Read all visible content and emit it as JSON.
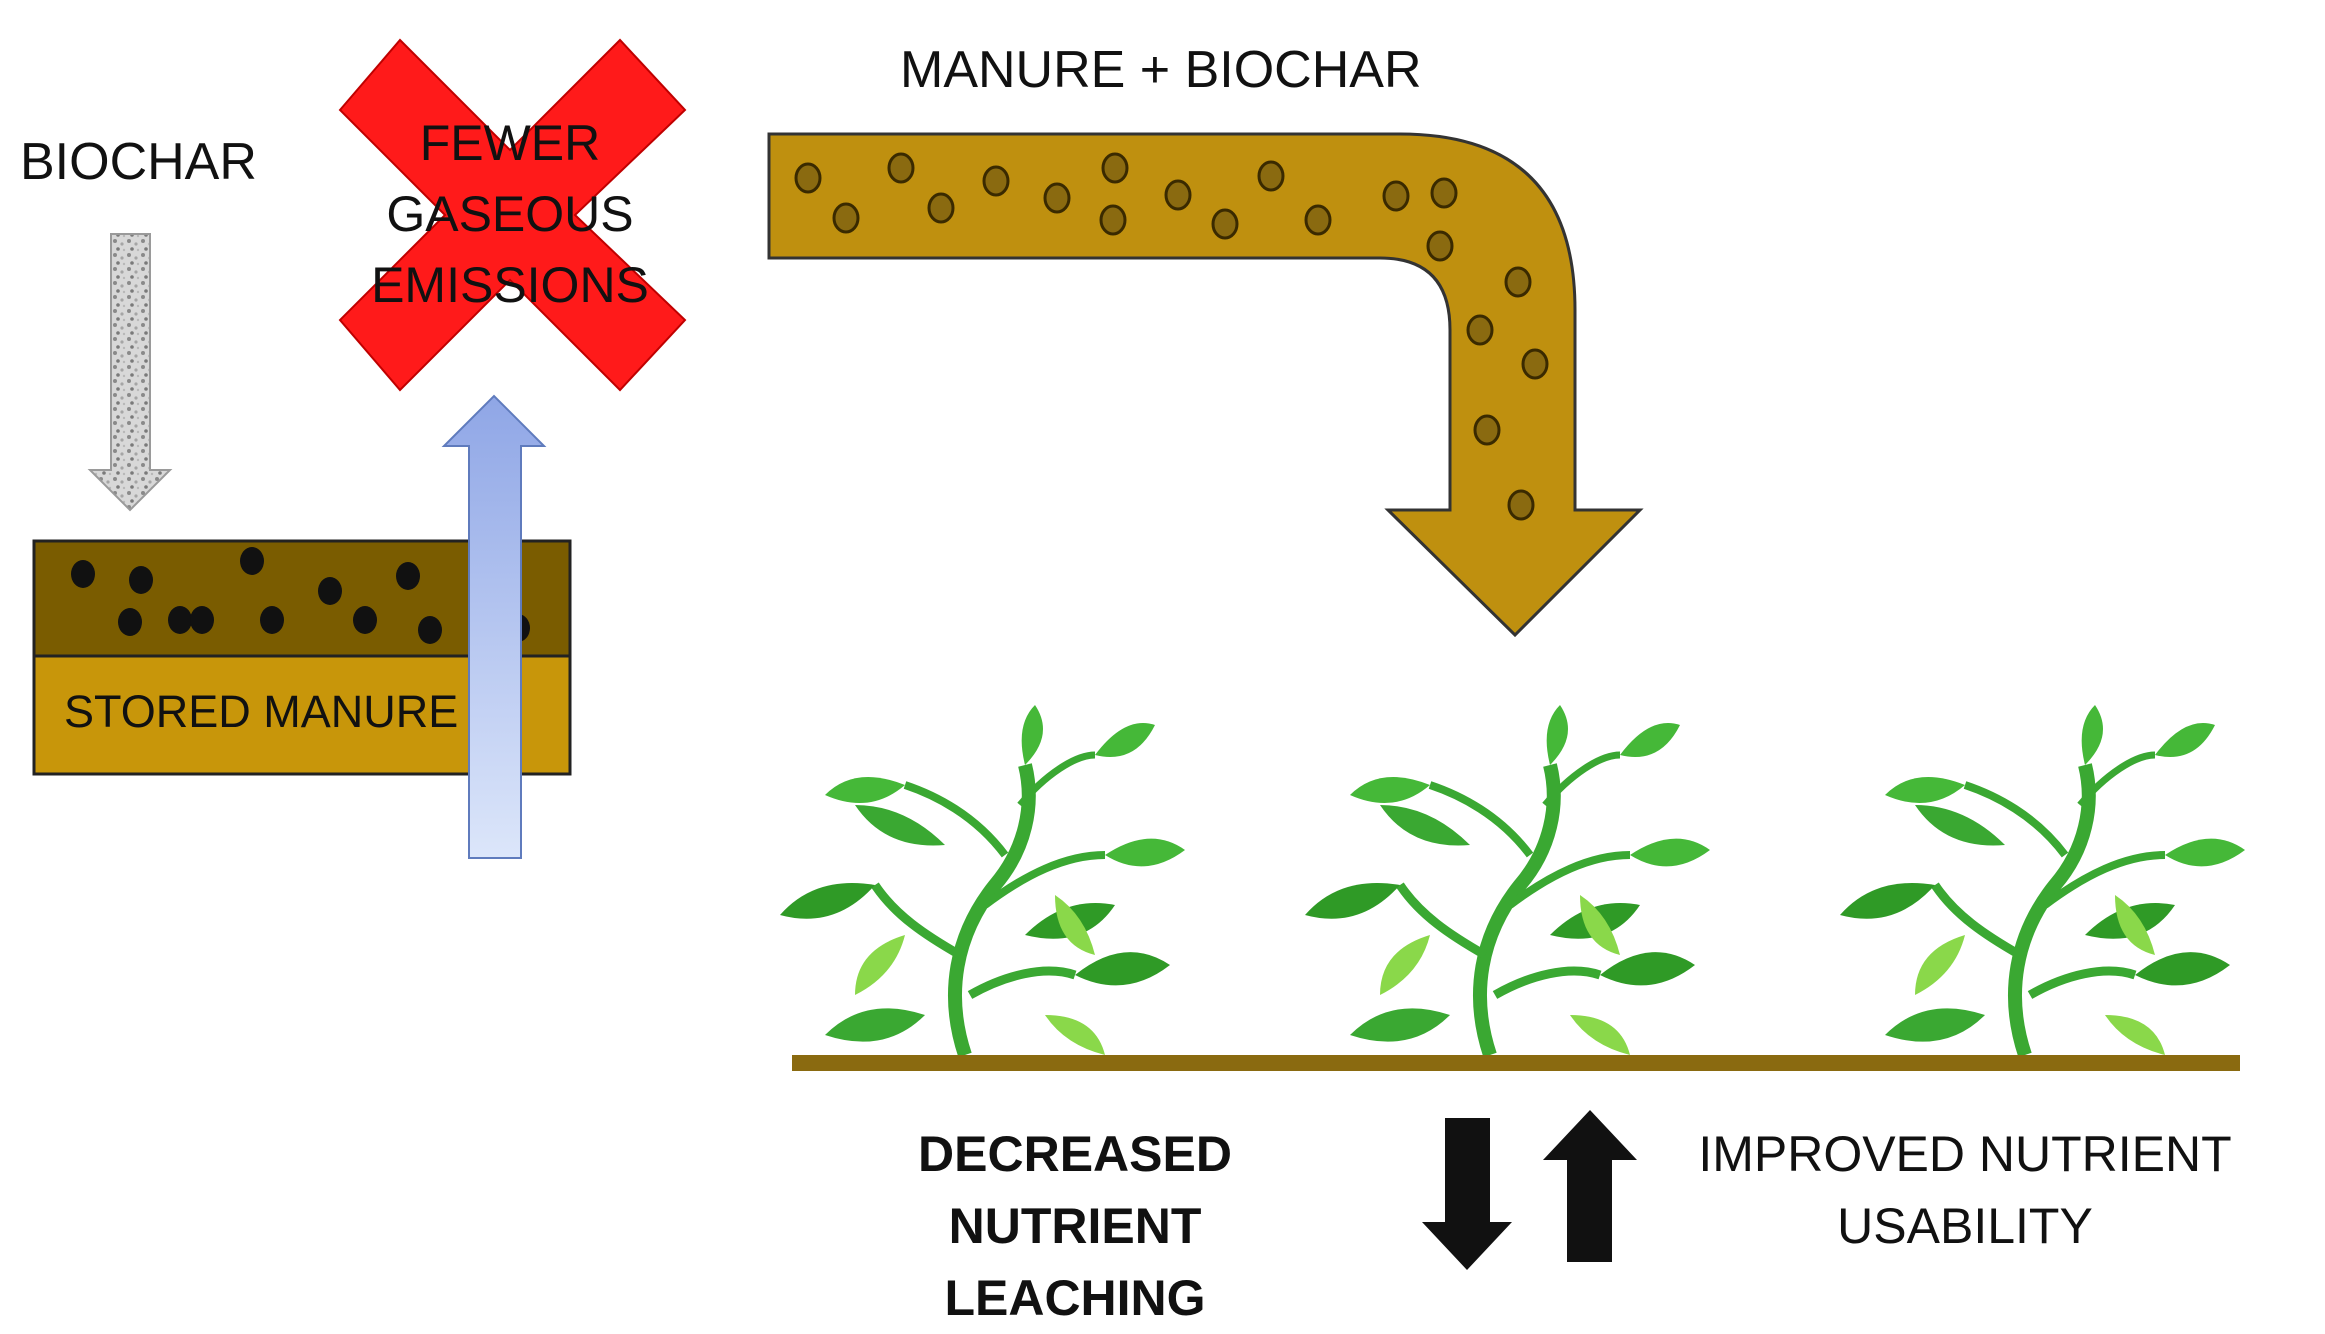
{
  "labels": {
    "biochar_input": "BIOCHAR",
    "manure_plus_biochar": "MANURE + BIOCHAR",
    "fewer_gaseous_emissions": [
      "FEWER",
      "GASEOUS",
      "EMISSIONS"
    ],
    "stored_manure": "STORED MANURE",
    "decreased_nutrient_leaching": [
      "DECREASED NUTRIENT",
      "LEACHING"
    ],
    "improved_nutrient_usability": [
      "IMPROVED NUTRIENT",
      "USABILITY"
    ]
  },
  "icons": [
    "biochar-down-arrow",
    "emission-up-arrow",
    "red-x-icon",
    "manure-biochar-curved-arrow",
    "plant-icon",
    "leaching-down-arrow",
    "usability-up-arrow"
  ],
  "colors": {
    "manure_dark": "#7a5c00",
    "manure_light": "#c8960a",
    "emission_arrow": "#a8b8e8",
    "red_x": "#ff1a1a",
    "plant_green": "#3fae2a",
    "soil_line": "#8a6a10",
    "biochar_speckle": "#9a9a9a"
  }
}
